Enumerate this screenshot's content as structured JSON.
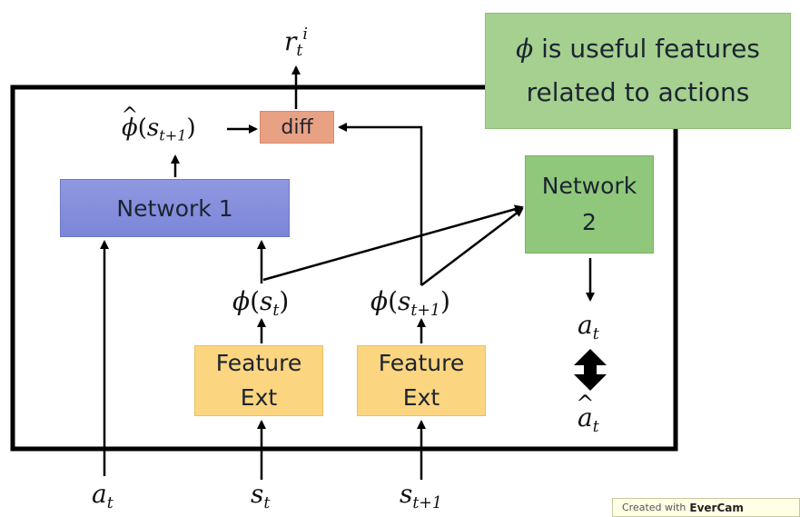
{
  "diagram": {
    "network1_label": "Network 1",
    "network2_label": [
      "Network",
      "2"
    ],
    "diff_label": "diff",
    "feature_ext_label": [
      "Feature",
      "Ext"
    ],
    "note_lines": [
      "is useful features",
      "related to actions"
    ],
    "note_symbol": "ϕ",
    "math": {
      "reward": {
        "base": "r",
        "sub": "t",
        "sup": "i"
      },
      "phi_hat": {
        "symbol": "ϕ",
        "open": "(",
        "s": "s",
        "sub": "t+1",
        "close": ")"
      },
      "phi_st": {
        "symbol": "ϕ",
        "open": "(",
        "s": "s",
        "sub": "t",
        "close": ")"
      },
      "phi_st1": {
        "symbol": "ϕ",
        "open": "(",
        "s": "s",
        "sub": "t+1",
        "close": ")"
      },
      "a_out": {
        "base": "a",
        "sub": "t"
      },
      "a_hat": {
        "base": "a",
        "sub": "t"
      },
      "input_a": {
        "base": "a",
        "sub": "t"
      },
      "input_s": {
        "base": "s",
        "sub": "t"
      },
      "input_s1": {
        "base": "s",
        "sub": "t+1"
      }
    },
    "colors": {
      "network1": "#7b86d8",
      "network2": "#8fc77b",
      "diff": "#e9a184",
      "feature_ext": "#fbd57f",
      "note": "#a5d090",
      "cursor": "#ff2a2a"
    }
  },
  "watermark": {
    "prefix": "Created with",
    "brand": "EverCam"
  }
}
